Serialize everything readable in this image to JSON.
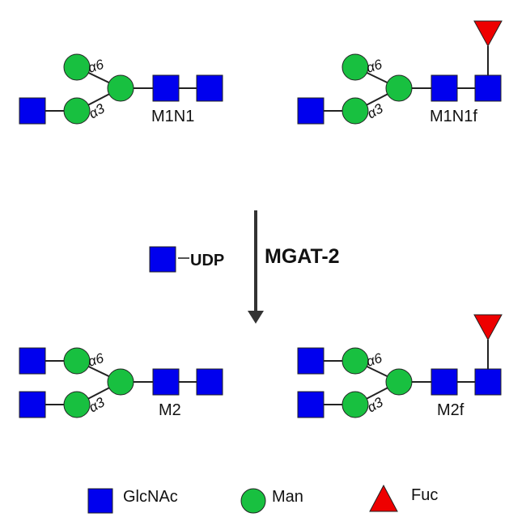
{
  "colors": {
    "glcnac": "#0000ee",
    "man": "#18c040",
    "fuc": "#ee0000",
    "outline": "#222222",
    "arrow": "#333333"
  },
  "structures": [
    {
      "id": "m1n1",
      "label": "M1N1",
      "fucosylated": false,
      "a6_glcnac": false,
      "a3_glcnac": true
    },
    {
      "id": "m1n1f",
      "label": "M1N1f",
      "fucosylated": true,
      "a6_glcnac": false,
      "a3_glcnac": true
    },
    {
      "id": "m2",
      "label": "M2",
      "fucosylated": false,
      "a6_glcnac": true,
      "a3_glcnac": true
    },
    {
      "id": "m2f",
      "label": "M2f",
      "fucosylated": true,
      "a6_glcnac": true,
      "a3_glcnac": true
    }
  ],
  "linkages": {
    "upper": "α6",
    "lower": "α3"
  },
  "reaction": {
    "enzyme": "MGAT-2",
    "donor": "UDP"
  },
  "legend": [
    {
      "shape": "square",
      "label": "GlcNAc"
    },
    {
      "shape": "circle",
      "label": "Man"
    },
    {
      "shape": "triangle",
      "label": "Fuc"
    }
  ]
}
